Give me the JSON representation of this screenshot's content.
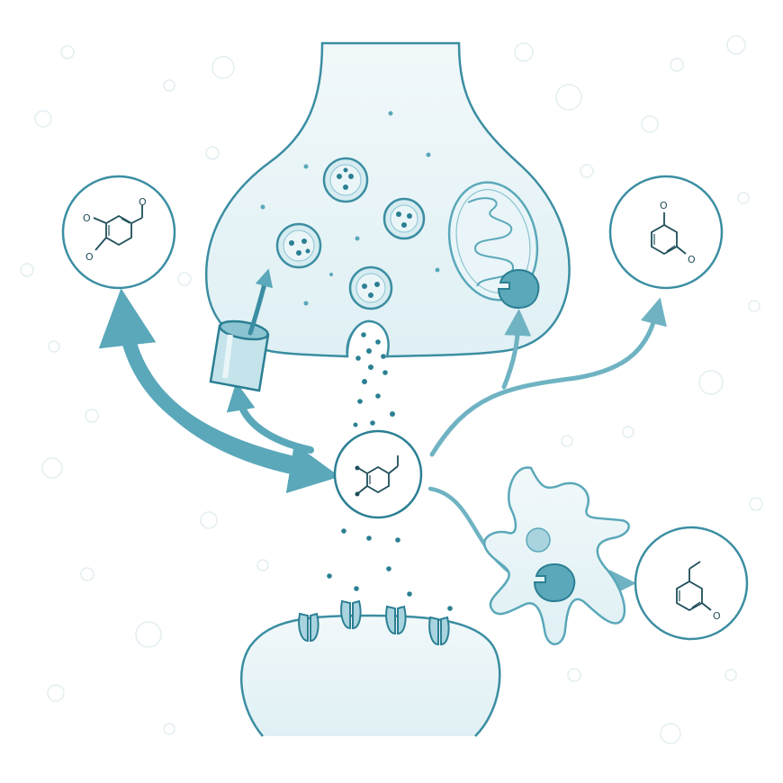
{
  "diagram": {
    "colors": {
      "teal_dark": "#2b7f93",
      "teal_mid": "#5aa8ba",
      "teal_light": "#9fd0dc",
      "cell_fill": "#e8f4f7",
      "cell_stroke": "#3b8ea2",
      "molecule_ink": "#1f4e5a",
      "background": "#ffffff"
    },
    "structures": {
      "top_left_molecule": {
        "atom_labels": [
          "O",
          "O",
          "O"
        ]
      },
      "top_right_molecule": {
        "atom_labels": [
          "O",
          "O"
        ]
      },
      "center_molecule": {
        "atom_labels": []
      },
      "bottom_right_molecule": {
        "atom_labels": [
          "O"
        ]
      }
    },
    "icons": [
      "presynaptic-terminal-icon",
      "synaptic-vesicle-icon",
      "mitochondrion-icon",
      "transporter-channel-icon",
      "enzyme-icon",
      "glial-cell-icon",
      "postsynaptic-receptor-icon",
      "reaction-arrow-icon"
    ]
  }
}
